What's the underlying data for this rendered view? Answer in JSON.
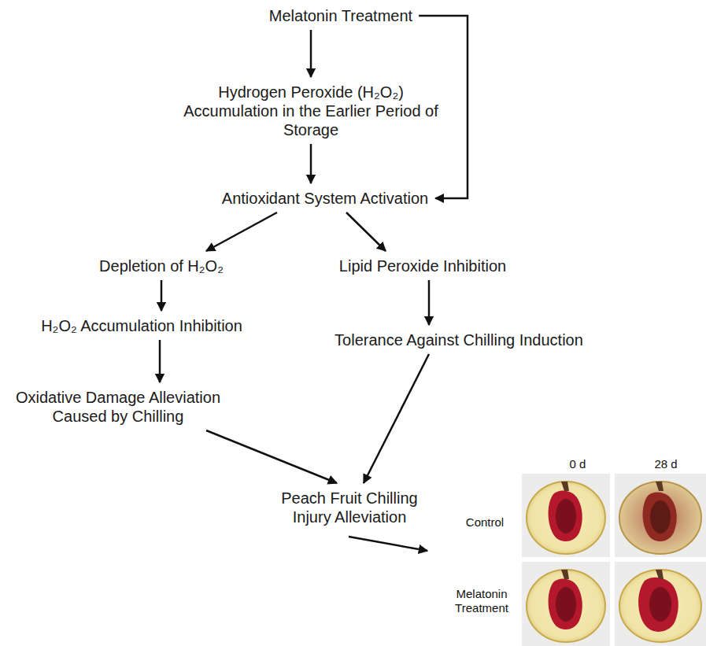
{
  "diagram": {
    "nodes": [
      {
        "text": [
          "Melatonin Treatment"
        ]
      },
      {
        "text": [
          "Hydrogen Peroxide (H₂O₂) Accumulation in the Earlier Period of Storage"
        ]
      },
      {
        "text": [
          "Antioxidant System Activation"
        ]
      },
      {
        "text": [
          "Depletion of H₂O₂"
        ]
      },
      {
        "text": [
          "Lipid Peroxide Inhibition"
        ]
      },
      {
        "text": [
          "H₂O₂ Accumulation Inhibition"
        ]
      },
      {
        "text": [
          "Tolerance Against Chilling Induction"
        ]
      },
      {
        "text": [
          "Oxidative Damage Alleviation Caused by Chilling"
        ]
      },
      {
        "text": [
          "Peach Fruit Chilling Injury Alleviation"
        ]
      }
    ],
    "edges": [
      {
        "from": 0,
        "to": 1,
        "arrow": "to"
      },
      {
        "from": 0,
        "to": 2,
        "arrow": "to"
      },
      {
        "from": 1,
        "to": 2,
        "arrow": "to"
      },
      {
        "from": 2,
        "to": 3,
        "arrow": "to"
      },
      {
        "from": 2,
        "to": 4,
        "arrow": "to"
      },
      {
        "from": 3,
        "to": 5,
        "arrow": "to"
      },
      {
        "from": 4,
        "to": 6,
        "arrow": "to"
      },
      {
        "from": 5,
        "to": 7,
        "arrow": "to"
      },
      {
        "from": 7,
        "to": 8,
        "arrow": "to"
      },
      {
        "from": 6,
        "to": 8,
        "arrow": "to"
      }
    ],
    "labels": [
      "0 d",
      "28 d",
      "Control",
      "Melatonin Treatment"
    ]
  }
}
